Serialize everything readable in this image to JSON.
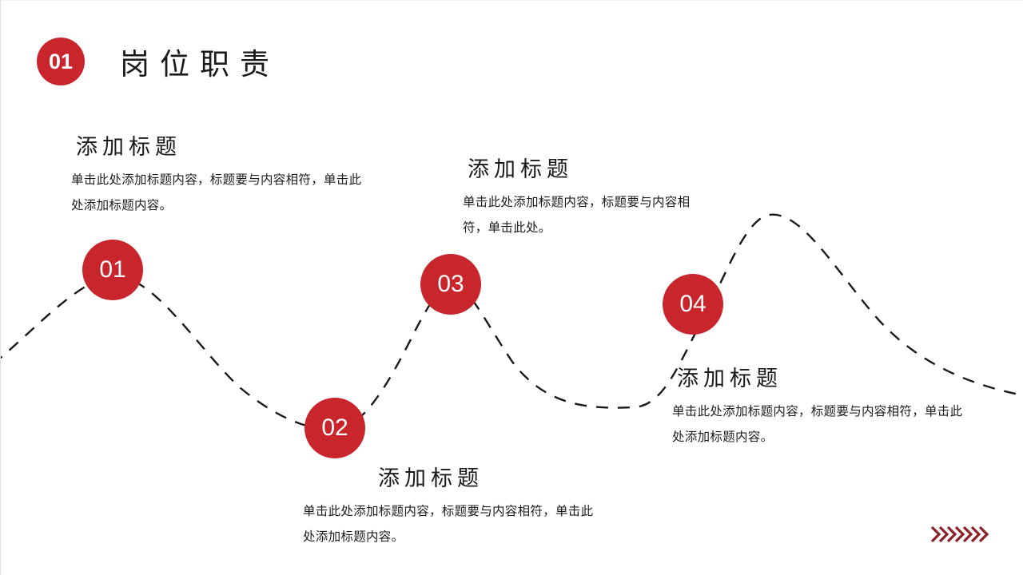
{
  "slide": {
    "background_color": "#ffffff",
    "accent_color": "#c9252c",
    "curve_color": "#1a1a1a",
    "chevron_color": "#8d2127"
  },
  "header": {
    "badge_number": "01",
    "title": "岗位职责"
  },
  "nodes": [
    {
      "number": "01"
    },
    {
      "number": "02"
    },
    {
      "number": "03"
    },
    {
      "number": "04"
    }
  ],
  "blocks": [
    {
      "title": "添加标题",
      "body": "单击此处添加标题内容，标题要与内容相符，单击此处添加标题内容。"
    },
    {
      "title": "添加标题",
      "body": "单击此处添加标题内容，标题要与内容相符，单击此处添加标题内容。"
    },
    {
      "title": "添加标题",
      "body": "单击此处添加标题内容，标题要与内容相符，单击此处。"
    },
    {
      "title": "添加标题",
      "body": "单击此处添加标题内容，标题要与内容相符，单击此处添加标题内容。"
    }
  ],
  "decoration": {
    "chevron_icon": "double-chevron-right-icon",
    "chevron_count": 7
  },
  "chart_data": {
    "type": "line",
    "title": "岗位职责",
    "xlabel": "",
    "ylabel": "",
    "grid": false,
    "legend_position": "none",
    "line_style": "dashed",
    "x": [
      0,
      140,
      418,
      563,
      790,
      960,
      1280
    ],
    "y": [
      450,
      345,
      535,
      355,
      508,
      268,
      492
    ],
    "point_labels": [
      "",
      "01",
      "02",
      "03",
      "",
      "04",
      ""
    ],
    "xlim": [
      0,
      1280
    ],
    "ylim": [
      720,
      0
    ]
  }
}
